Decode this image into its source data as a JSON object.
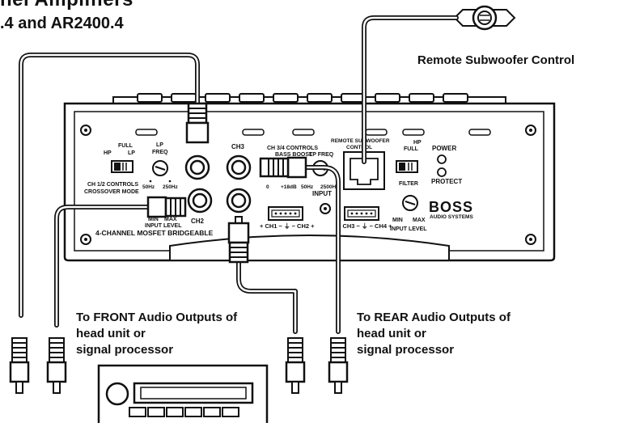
{
  "header": {
    "title_line1": "nel Amplifiers",
    "title_line2": ".4 and AR2400.4"
  },
  "callouts": {
    "remote": "Remote Subwoofer Control",
    "front": [
      "To FRONT Audio Outputs of",
      "head unit or",
      "signal processor"
    ],
    "rear": [
      "To REAR Audio Outputs of",
      "head unit or",
      "signal processor"
    ]
  },
  "amp": {
    "ch12": {
      "mode_title": "FULL",
      "hp": "HP",
      "lp": "LP",
      "caption1": "CH 1/2 CONTROLS",
      "caption2": "CROSSOVER MODE"
    },
    "lp_freq": {
      "label1": "LP",
      "label2": "FREQ",
      "min": "50Hz",
      "max": "250Hz"
    },
    "ch_labels": {
      "ch3": "CH3",
      "ch2": "CH2"
    },
    "ch34": {
      "title": "CH 3/4 CONTROLS",
      "bass_boost": "BASS BOOST",
      "lp_freq": "LP FREQ",
      "bb_min": "0",
      "bb_max": "+18dB",
      "lp_min": "50Hz",
      "lp_max": "2500Hz",
      "input": "INPUT"
    },
    "input_level_left": {
      "min": "MIN",
      "max": "MAX",
      "label": "INPUT LEVEL"
    },
    "bridge": "4-CHANNEL MOSFET BRIDGEABLE",
    "remote_port": {
      "label1": "REMOTE SUBWOOFER",
      "label2": "CONTROL"
    },
    "filter": {
      "full": "FULL",
      "hp": "HP",
      "label": "FILTER"
    },
    "power": "POWER",
    "protect": "PROTECT",
    "logo": "BOSS",
    "logo_sub": "AUDIO SYSTEMS",
    "input_level_right": {
      "min": "MIN",
      "max": "MAX",
      "label": "INPUT LEVEL"
    },
    "terminals": {
      "left": "+ CH1 − ⏚ − CH2 +",
      "right": "+ CH3 − ⏚ − CH4 +"
    }
  }
}
